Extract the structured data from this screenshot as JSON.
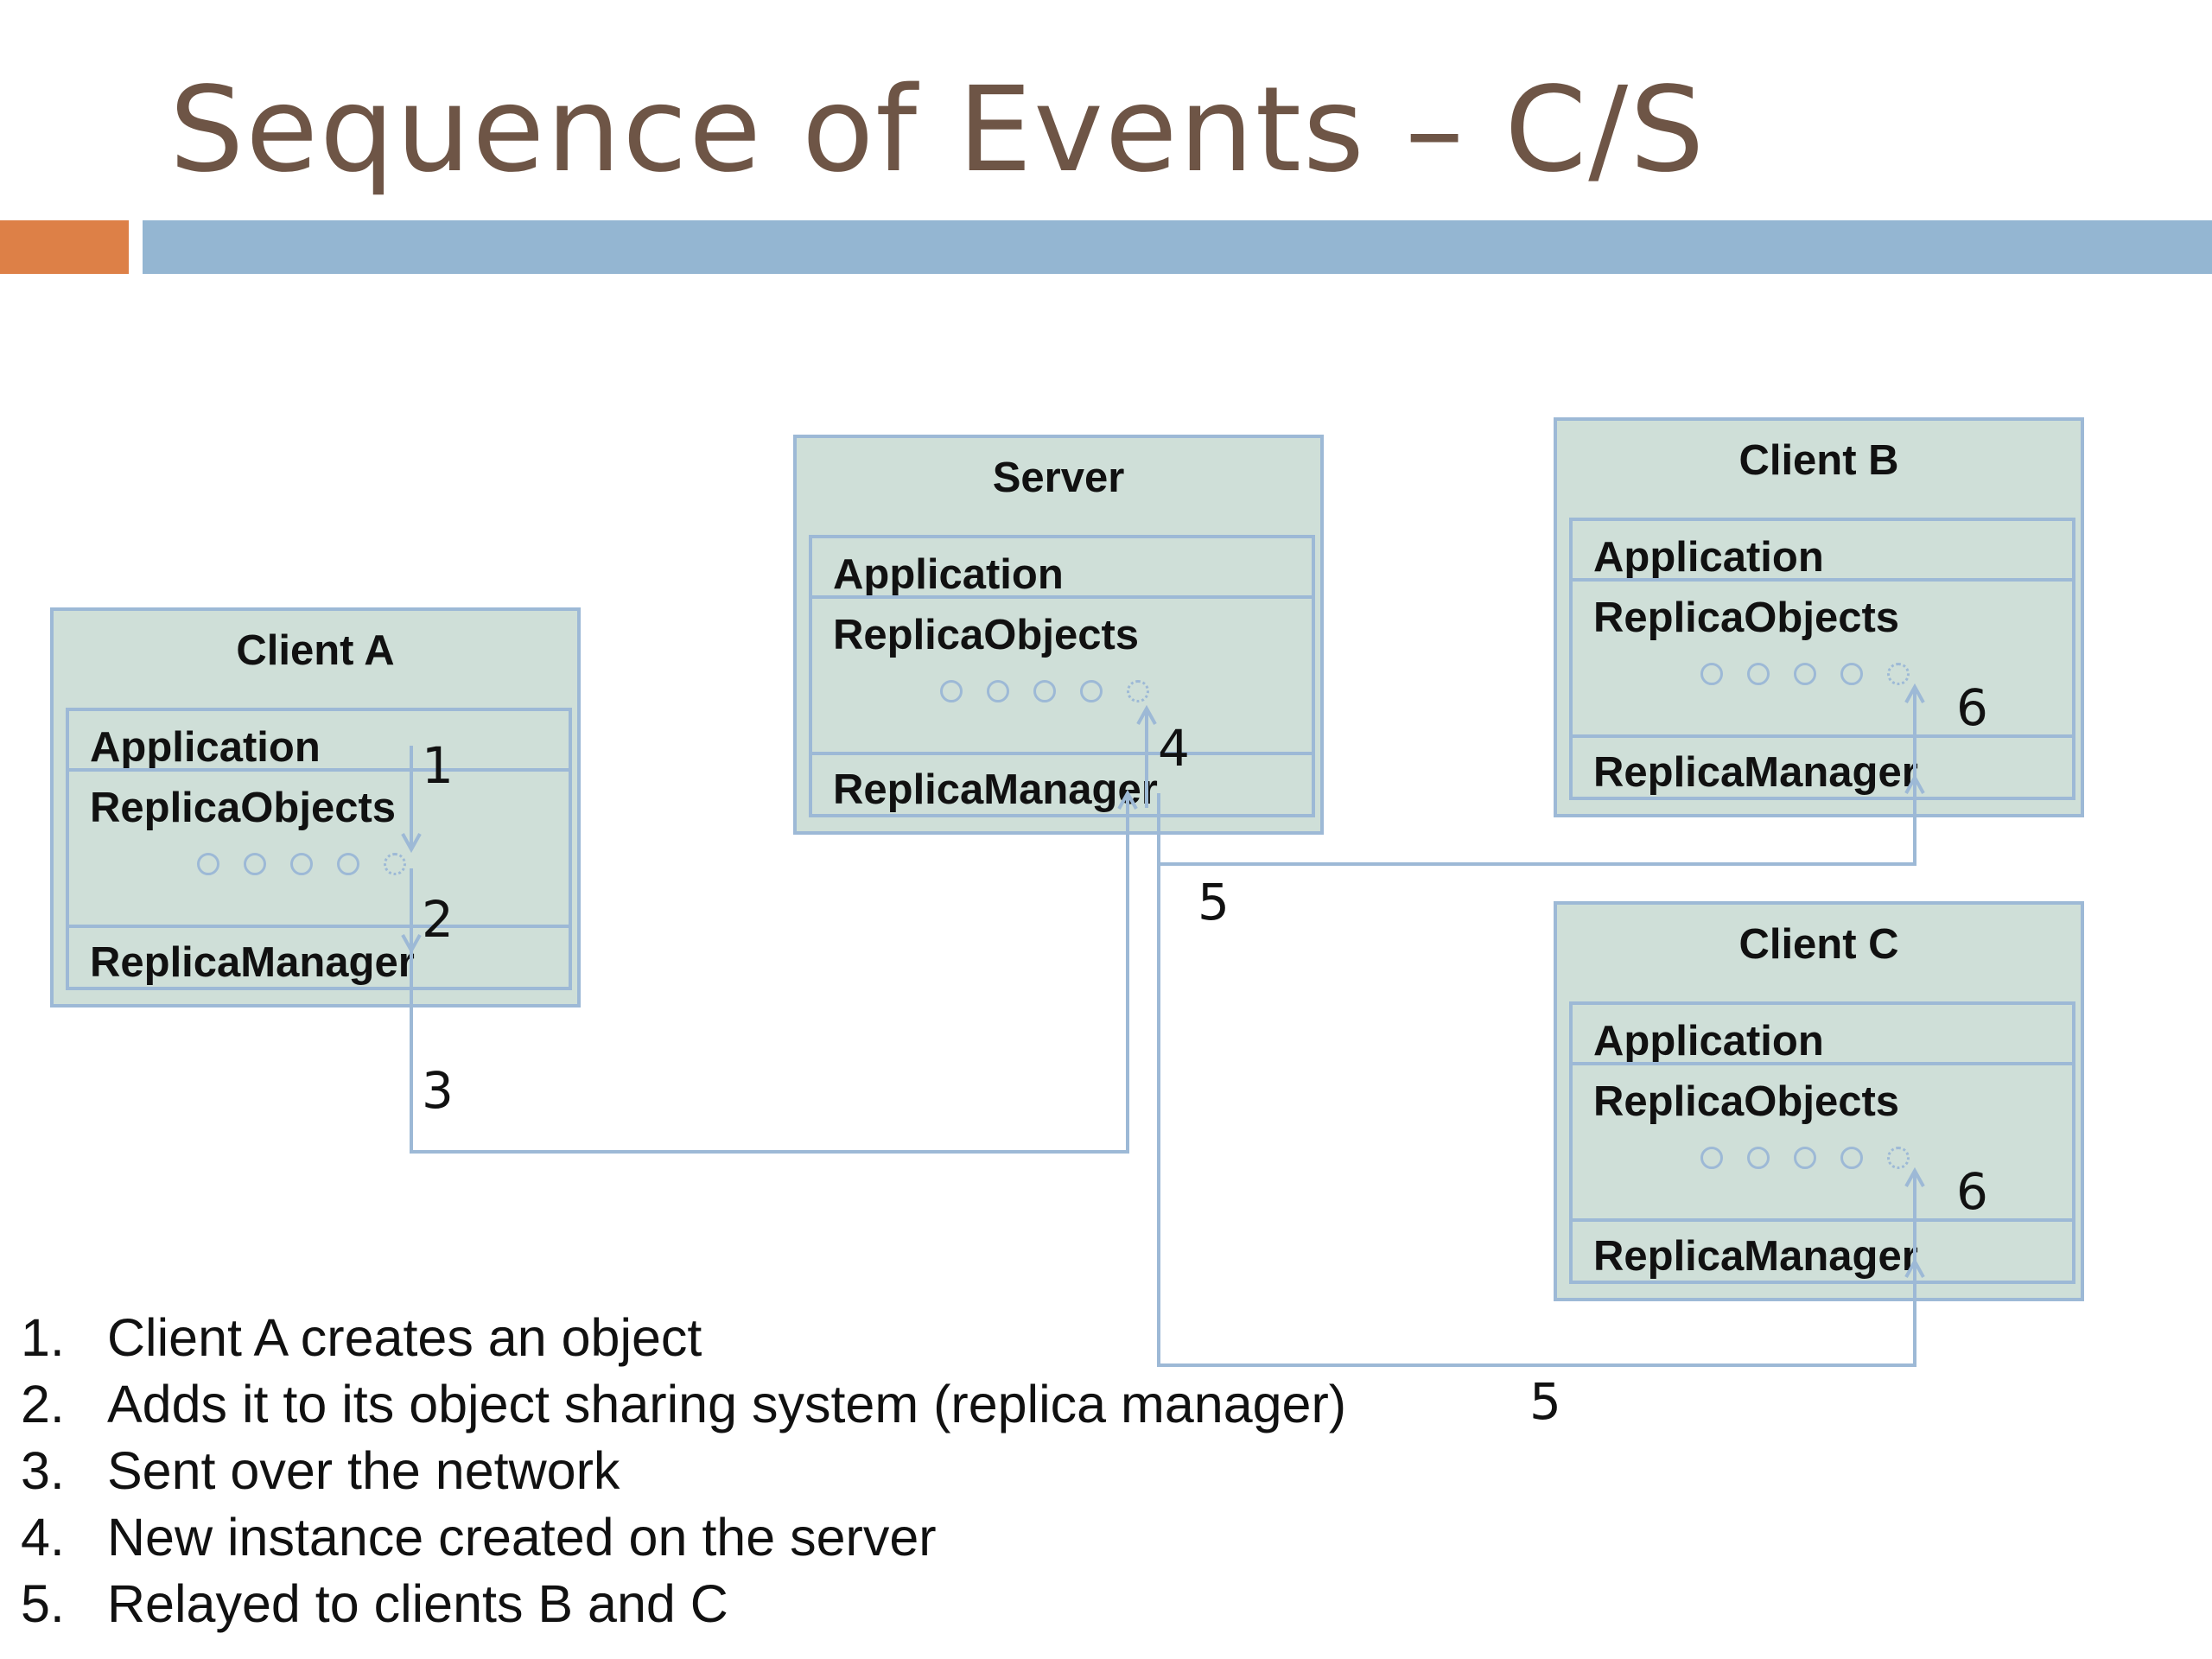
{
  "title": "Sequence of Events – C/S",
  "nodes": {
    "client_a": {
      "title": "Client A",
      "application": "Application",
      "replica_objects": "ReplicaObjects",
      "replica_manager": "ReplicaManager"
    },
    "server": {
      "title": "Server",
      "application": "Application",
      "replica_objects": "ReplicaObjects",
      "replica_manager": "ReplicaManager"
    },
    "client_b": {
      "title": "Client B",
      "application": "Application",
      "replica_objects": "ReplicaObjects",
      "replica_manager": "ReplicaManager"
    },
    "client_c": {
      "title": "Client C",
      "application": "Application",
      "replica_objects": "ReplicaObjects",
      "replica_manager": "ReplicaManager"
    }
  },
  "markers": {
    "m1": "1",
    "m2": "2",
    "m3": "3",
    "m4": "4",
    "m5a": "5",
    "m5b": "5",
    "m6b": "6",
    "m6c": "6"
  },
  "steps": [
    {
      "num": "1.",
      "text": "Client A creates an object"
    },
    {
      "num": "2.",
      "text": "Adds it to its object sharing system (replica manager)"
    },
    {
      "num": "3.",
      "text": "Sent over the network"
    },
    {
      "num": "4.",
      "text": "New instance created on the server"
    },
    {
      "num": "5.",
      "text": "Relayed to clients B and C"
    }
  ],
  "colors": {
    "title": "#6e5546",
    "accent_orange": "#dd8047",
    "accent_blue": "#94b6d2",
    "box_fill": "#cfdfd8",
    "line": "#9db9d6"
  }
}
